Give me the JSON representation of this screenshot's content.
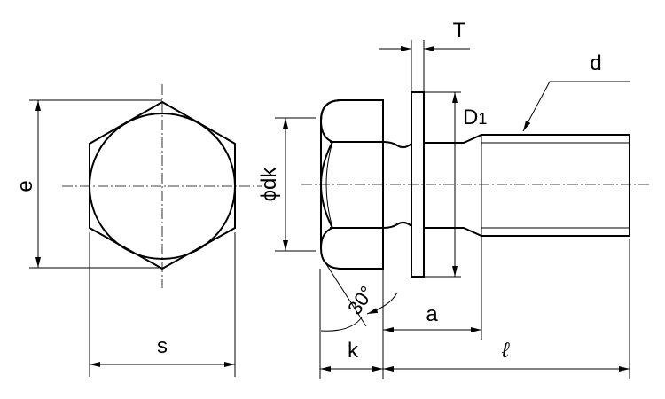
{
  "labels": {
    "e": "e",
    "s": "s",
    "phi_dk": "ϕdk",
    "T": "T",
    "D1": "D",
    "D1_sub": "1",
    "d": "d",
    "angle": "30°",
    "a": "a",
    "k": "k",
    "l": "ℓ"
  }
}
